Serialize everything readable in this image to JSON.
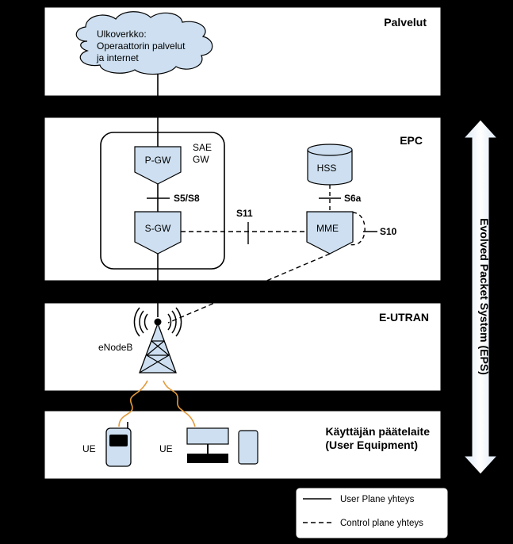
{
  "layers": {
    "services": {
      "title": "Palvelut",
      "cloud": [
        "Ulkoverkko:",
        "Operaattorin palvelut",
        "ja internet"
      ]
    },
    "epc": {
      "title": "EPC",
      "sae_gw": [
        "SAE",
        "GW"
      ]
    },
    "eutran": {
      "title": "E-UTRAN",
      "enodeb": "eNodeB"
    },
    "ue": {
      "title": [
        "Käyttäjän päätelaite",
        "(User Equipment)"
      ],
      "ue_label_1": "UE",
      "ue_label_2": "UE"
    }
  },
  "nodes": {
    "pgw": "P-GW",
    "sgw": "S-GW",
    "mme": "MME",
    "hss": "HSS"
  },
  "interfaces": {
    "s5s8": "S5/S8",
    "s11": "S11",
    "s6a": "S6a",
    "s10": "S10"
  },
  "eps_label": "Evolved Packet System (EPS)",
  "legend": {
    "user_plane": "User Plane yhteys",
    "control_plane": "Control plane yhteys"
  },
  "colors": {
    "node_fill": "#cddff0",
    "box_border": "#000000",
    "radio_link": "#e39a3a",
    "panel": "#ffffff"
  }
}
